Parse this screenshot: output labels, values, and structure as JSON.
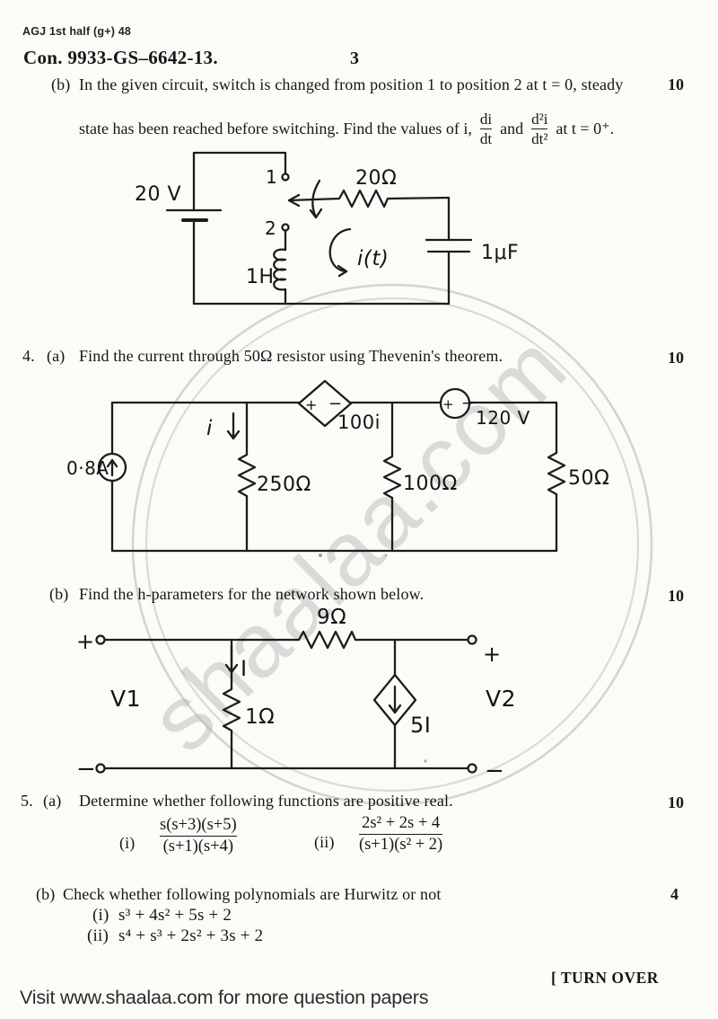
{
  "symbols": {
    "plus": "+",
    "minus": "−"
  },
  "header": {
    "note": "AGJ 1st half (g+) 48",
    "exam_code": "Con. 9933-GS–6642-13.",
    "page_number": "3"
  },
  "q_b": {
    "label": "(b)",
    "line1": "In the given circuit, switch is changed from position 1 to position 2 at t = 0, steady",
    "line2_pre": "state has been reached before switching. Find the values of i,",
    "frac1_num": "di",
    "frac1_den": "dt",
    "conj": "and",
    "frac2_num": "d²i",
    "frac2_den": "dt²",
    "line2_post": "at t = 0⁺.",
    "marks": "10"
  },
  "circuit1": {
    "source": "20 V",
    "pos1": "1",
    "pos2": "2",
    "resistor": "20Ω",
    "inductor": "1H",
    "loop_current": "i(t)",
    "capacitor": "1μF"
  },
  "q4a": {
    "number": "4.",
    "label": "(a)",
    "text": "Find the current through 50Ω resistor using Thevenin's theorem.",
    "marks": "10"
  },
  "circuit2": {
    "current_source": "0·8A",
    "branch_current": "i",
    "r1": "250Ω",
    "dep_source": "100i",
    "r2": "100Ω",
    "v_source": "120 V",
    "r3": "50Ω"
  },
  "q4b": {
    "label": "(b)",
    "text": "Find the h-parameters for the network shown below.",
    "marks": "10"
  },
  "circuit3": {
    "v1": "V1",
    "v2": "V2",
    "r_series": "9Ω",
    "r_shunt": "1Ω",
    "branch_current": "I",
    "dep_source": "5I"
  },
  "q5a": {
    "number": "5.",
    "label": "(a)",
    "text": "Determine whether following functions are positive real.",
    "marks": "10",
    "f1_label": "(i)",
    "f1_num": "s(s+3)(s+5)",
    "f1_den": "(s+1)(s+4)",
    "f2_label": "(ii)",
    "f2_num": "2s² + 2s + 4",
    "f2_den": "(s+1)(s² + 2)"
  },
  "q5b": {
    "label": "(b)",
    "text": "Check whether following polynomials are Hurwitz or not",
    "marks": "4",
    "p1_label": "(i)",
    "p1": "s³ + 4s² + 5s + 2",
    "p2_label": "(ii)",
    "p2": "s⁴ + s³ + 2s² + 3s + 2"
  },
  "footer": {
    "turn_over": "[ TURN OVER",
    "visit": "Visit www.shaalaa.com for more question papers",
    "watermark": "shaalaa.com"
  }
}
